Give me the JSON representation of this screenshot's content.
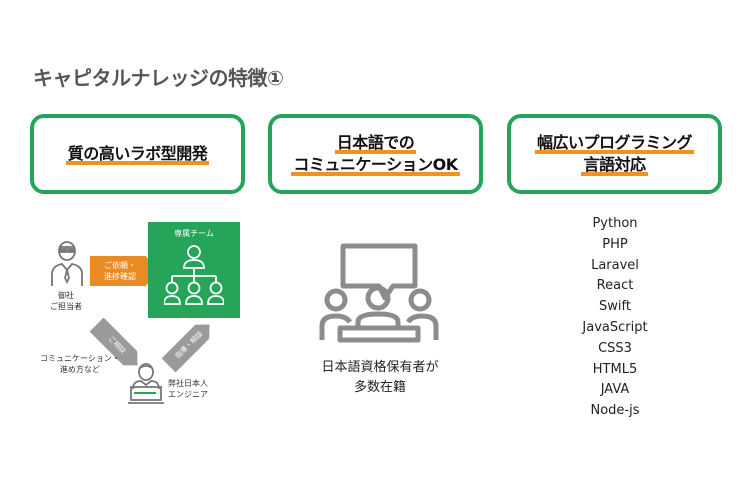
{
  "page": {
    "title": "キャピタルナレッジの特徴①"
  },
  "features": [
    {
      "lines": [
        "質の高いラボ型開発"
      ]
    },
    {
      "lines": [
        "日本語での",
        "コミュニケーションOK"
      ]
    },
    {
      "lines": [
        "幅広いプログラミング",
        "言語対応"
      ]
    }
  ],
  "lab_diagram": {
    "team_label": "専属チーム",
    "request_arrow": [
      "ご依頼・",
      "進捗確認"
    ],
    "client_label": [
      "御社",
      "ご担当者"
    ],
    "consult_arrow": "ご相談",
    "guide_arrow": "指導・相談",
    "comm_label": [
      "コミュニケーション・",
      "進め方など"
    ],
    "engineer_label": [
      "弊社日本人",
      "エンジニア"
    ],
    "colors": {
      "team": "#26a55a",
      "request": "#ea8a22",
      "gray": "#9a9a9a"
    }
  },
  "japanese_section": {
    "text": [
      "日本語資格保有者が",
      "多数在籍"
    ]
  },
  "languages": [
    "Python",
    "PHP",
    "Laravel",
    "React",
    "Swift",
    "JavaScript",
    "CSS3",
    "HTML5",
    "JAVA",
    "Node-js"
  ],
  "colors": {
    "accent_green": "#26a55a",
    "underline_orange": "#f0921f",
    "title_gray": "#555555"
  }
}
